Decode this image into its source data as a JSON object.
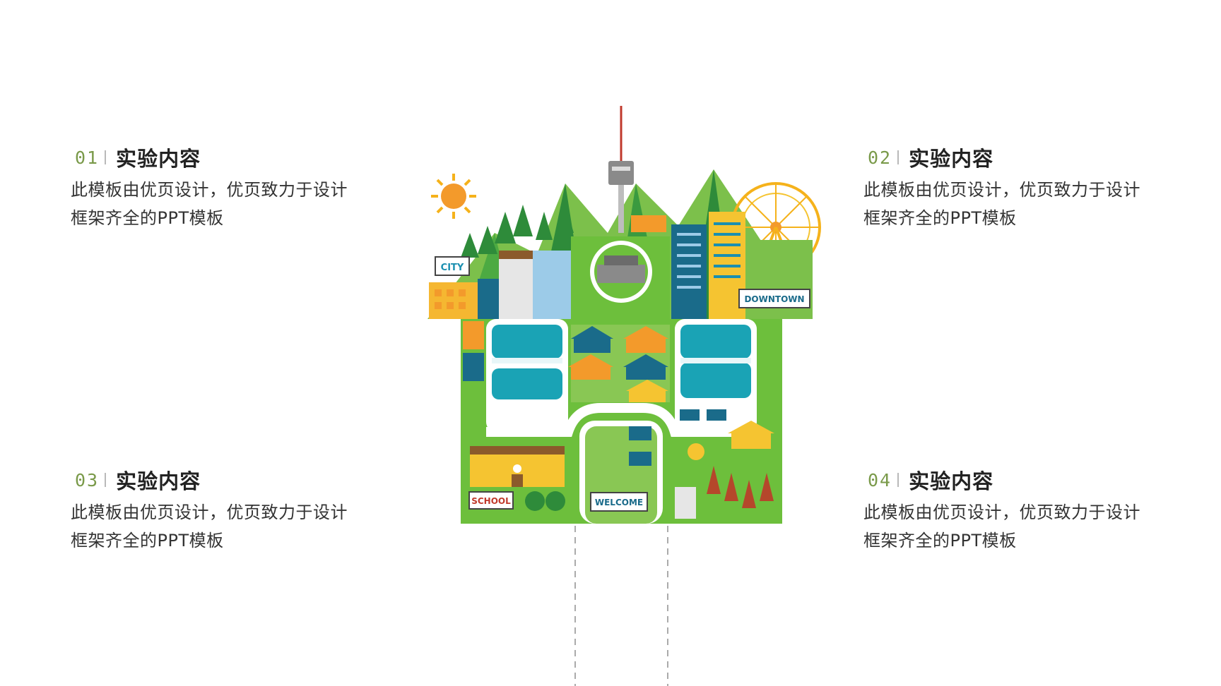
{
  "sections": [
    {
      "num": "01",
      "title": "实验内容",
      "desc_line1": "此模板由优页设计，优页致力于设计",
      "desc_line2": "框架齐全的PPT模板"
    },
    {
      "num": "02",
      "title": "实验内容",
      "desc_line1": "此模板由优页设计，优页致力于设计",
      "desc_line2": "框架齐全的PPT模板"
    },
    {
      "num": "03",
      "title": "实验内容",
      "desc_line1": "此模板由优页设计，优页致力于设计",
      "desc_line2": "框架齐全的PPT模板"
    },
    {
      "num": "04",
      "title": "实验内容",
      "desc_line1": "此模板由优页设计，优页致力于设计",
      "desc_line2": "框架齐全的PPT模板"
    }
  ],
  "illustration": {
    "sign_city": "CITY",
    "sign_downtown": "DOWNTOWN",
    "sign_school": "SCHOOL",
    "sign_welcome": "WELCOME"
  },
  "colors": {
    "accent_green": "#7a9a4a",
    "grass": "#6dbf3c",
    "dark_green": "#2e8b3a",
    "water": "#1aa3b5",
    "orange": "#f39a2b",
    "yellow": "#f5c431"
  }
}
